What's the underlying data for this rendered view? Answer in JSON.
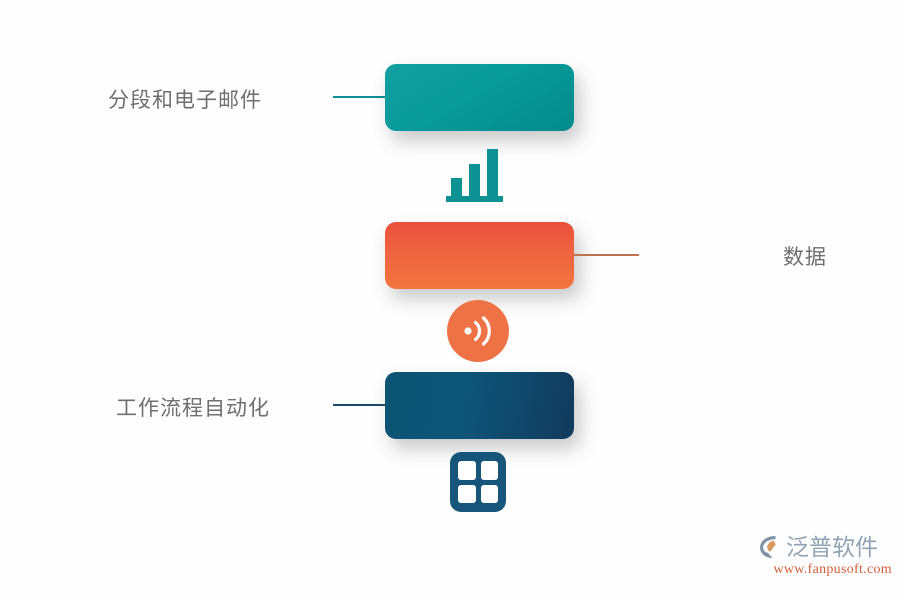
{
  "diagram": {
    "background_color": "#fefefe",
    "blocks": [
      {
        "id": "segmentation-email",
        "label": "分段和电子邮件",
        "label_side": "left",
        "bar_color": "#0d9a9a",
        "connector_color": "#0d8f93",
        "icon": "bar-chart-icon",
        "icon_color": "#0d8f93"
      },
      {
        "id": "data",
        "label": "数据",
        "label_side": "right",
        "bar_color": "#ef6440",
        "connector_color": "#c0714d",
        "icon": "broadcast-icon",
        "icon_color": "#ef7146"
      },
      {
        "id": "workflow-automation",
        "label": "工作流程自动化",
        "label_side": "left",
        "bar_color": "#0d5674",
        "connector_color": "#1b4a66",
        "icon": "grid-icon",
        "icon_color": "#17567a"
      }
    ]
  },
  "watermark": {
    "brand": "泛普软件",
    "url": "www.fanpusoft.com",
    "brand_color": "#8fa3b4",
    "url_color": "#d1603a",
    "mark_color": "#7e93a6",
    "mark_accent": "#d89a5e"
  }
}
